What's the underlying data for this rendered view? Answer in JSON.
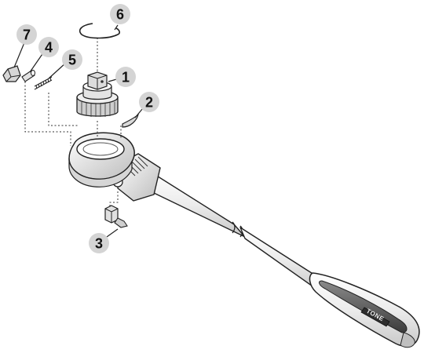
{
  "callouts": [
    {
      "id": "1",
      "label": "1",
      "part": "square-drive-head"
    },
    {
      "id": "2",
      "label": "2",
      "part": "pawl"
    },
    {
      "id": "3",
      "label": "3",
      "part": "reversing-lever"
    },
    {
      "id": "4",
      "label": "4",
      "part": "pin"
    },
    {
      "id": "5",
      "label": "5",
      "part": "spring"
    },
    {
      "id": "6",
      "label": "6",
      "part": "snap-ring"
    },
    {
      "id": "7",
      "label": "7",
      "part": "release-button"
    }
  ],
  "brand": {
    "text": "TONE"
  },
  "colors": {
    "badge": "#d4d4d4",
    "outline": "#222222",
    "metal_light": "#f2f2f2",
    "metal_mid": "#cfcfcf",
    "grip_dark": "#555555"
  }
}
